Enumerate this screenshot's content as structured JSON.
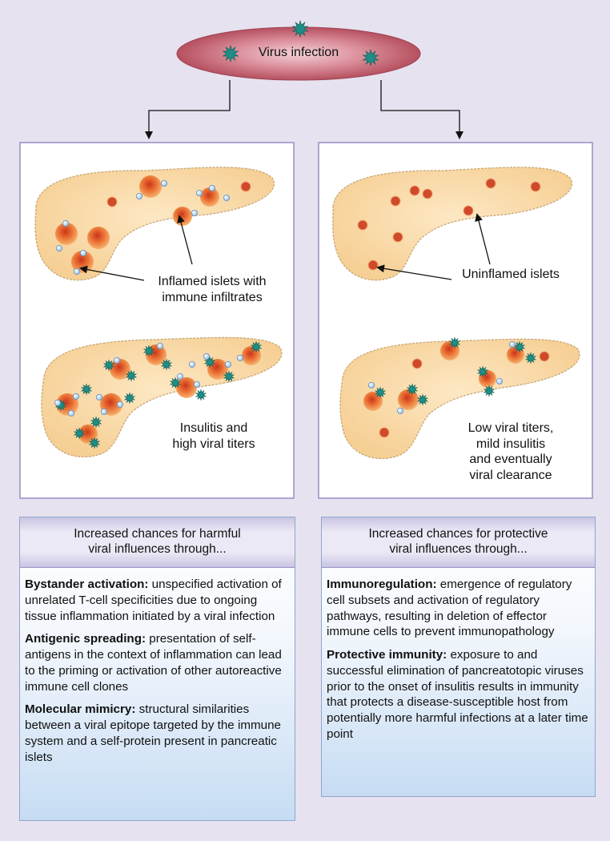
{
  "top": {
    "label": "Virus infection"
  },
  "left_panel": {
    "top_label": "Inflamed islets with\nimmune infiltrates",
    "bottom_label": "Insulitis and\nhigh viral titers"
  },
  "right_panel": {
    "top_label": "Uninflamed islets",
    "bottom_label": "Low viral titers,\nmild insulitis\nand eventually\nviral clearance"
  },
  "harmful": {
    "heading": "Increased chances for harmful\nviral influences through...",
    "items": [
      {
        "term": "Bystander activation:",
        "text": " unspecified activation of unrelated T-cell specificities due to ongoing tissue inflammation initiated by a viral infection"
      },
      {
        "term": "Antigenic spreading:",
        "text": " presentation of self-antigens in the context of inflammation can lead to the priming or activation of other autoreactive immune cell clones"
      },
      {
        "term": "Molecular mimicry:",
        "text": " structural similarities between a viral epitope targeted by the immune system and a self-protein present in pancreatic islets"
      }
    ]
  },
  "protective": {
    "heading": "Increased chances for protective\nviral influences through...",
    "items": [
      {
        "term": "Immunoregulation:",
        "text": " emergence of regulatory cell subsets and activation of regulatory pathways, resulting in deletion of effector immune cells to prevent immunopathology"
      },
      {
        "term": "Protective immunity:",
        "text": " exposure to and successful elimination of pancreatotopic viruses prior to the onset of insulitis results in immunity that protects a disease-susceptible host from potentially more harmful infections at a later time point"
      }
    ]
  },
  "colors": {
    "background": "#e7e2f0",
    "islet": "#cf4a2a",
    "virus": "#1f8f86",
    "immune_cell": "#cfe4f6",
    "pancreas": "#fbd9a0"
  }
}
